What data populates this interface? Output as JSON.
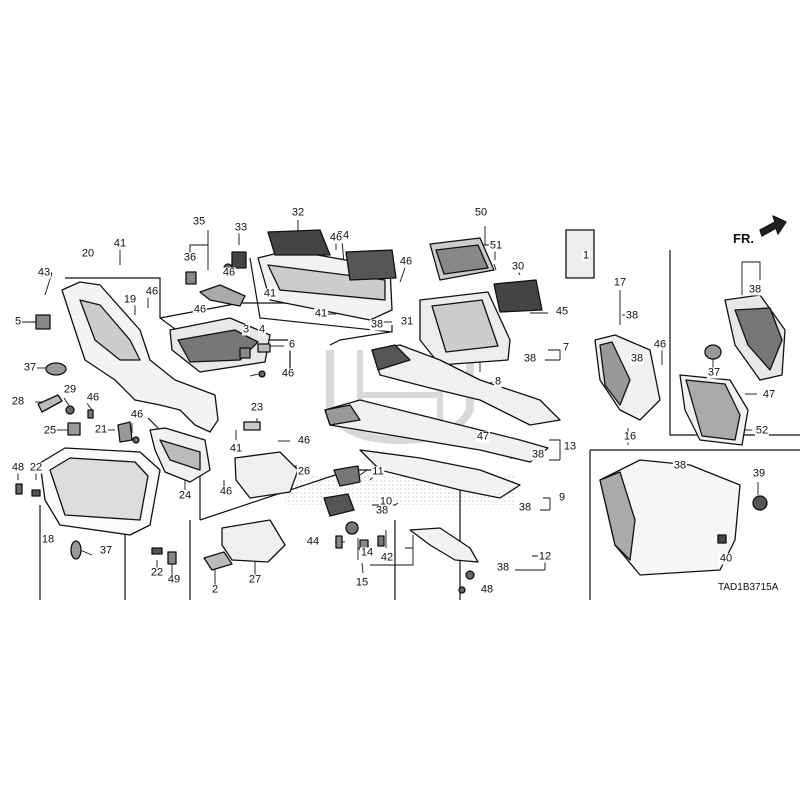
{
  "diagram": {
    "code": "TAD1B3715A",
    "front_label": "FR.",
    "callouts": [
      "1",
      "2",
      "3",
      "4",
      "5",
      "6",
      "7",
      "8",
      "9",
      "10",
      "11",
      "12",
      "13",
      "14",
      "15",
      "16",
      "17",
      "18",
      "19",
      "20",
      "21",
      "22",
      "22",
      "23",
      "24",
      "25",
      "26",
      "27",
      "28",
      "29",
      "30",
      "31",
      "32",
      "33",
      "34",
      "35",
      "36",
      "37",
      "37",
      "37",
      "38",
      "38",
      "38",
      "38",
      "38",
      "38",
      "38",
      "38",
      "38",
      "38",
      "39",
      "40",
      "41",
      "41",
      "41",
      "41",
      "42",
      "43",
      "44",
      "45",
      "46",
      "46",
      "46",
      "46",
      "46",
      "46",
      "46",
      "46",
      "46",
      "46",
      "46",
      "47",
      "47",
      "48",
      "48",
      "49",
      "50",
      "51",
      "52"
    ]
  }
}
